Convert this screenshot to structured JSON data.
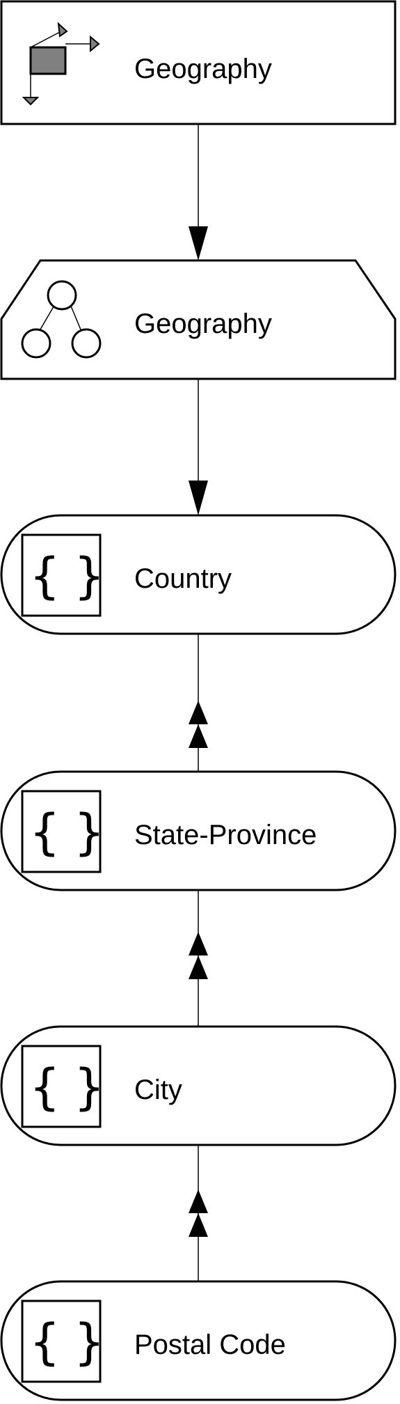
{
  "nodes": {
    "dimension": {
      "label": "Geography",
      "icon": "dimension-axes-icon"
    },
    "hierarchy": {
      "label": "Geography",
      "icon": "hierarchy-tree-icon"
    },
    "levels": [
      {
        "label": "Country",
        "icon": "curly-braces-icon"
      },
      {
        "label": "State-Province",
        "icon": "curly-braces-icon"
      },
      {
        "label": "City",
        "icon": "curly-braces-icon"
      },
      {
        "label": "Postal Code",
        "icon": "curly-braces-icon"
      }
    ]
  },
  "icons": {
    "brace_open": "{",
    "brace_close": "}"
  },
  "colors": {
    "stroke": "#000000",
    "fill": "#ffffff",
    "dimension_square": "#808080"
  },
  "connectors": [
    {
      "from": "dimension",
      "to": "hierarchy",
      "style": "single-arrow"
    },
    {
      "from": "hierarchy",
      "to": "Country",
      "style": "single-arrow"
    },
    {
      "from": "State-Province",
      "to": "Country",
      "style": "double-arrow"
    },
    {
      "from": "City",
      "to": "State-Province",
      "style": "double-arrow"
    },
    {
      "from": "Postal Code",
      "to": "City",
      "style": "double-arrow"
    }
  ]
}
